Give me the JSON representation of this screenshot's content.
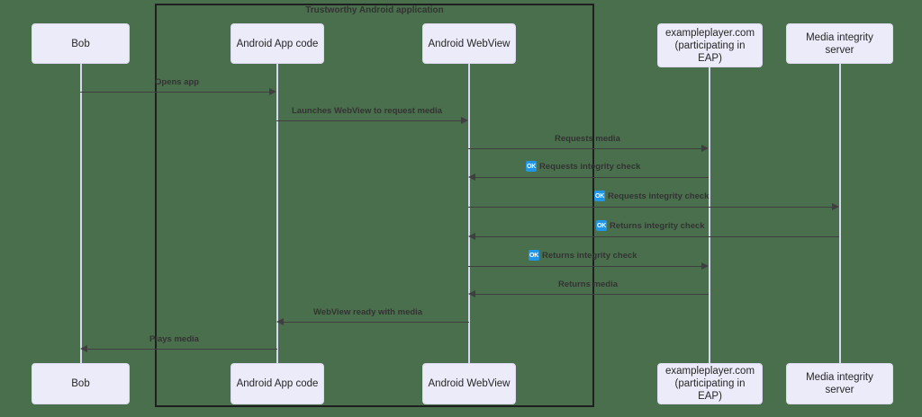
{
  "diagram": {
    "type": "sequence-diagram",
    "background_color": "#4a6f4d",
    "actor_fill_color": "#ecebfa",
    "lifeline_color": "#d8d6f2",
    "line_color": "#3f3f3f",
    "badge_color": "#2196e8"
  },
  "group": {
    "title": "Trustworthy Android application"
  },
  "actors": [
    {
      "id": "bob",
      "label": "Bob",
      "label_line2": ""
    },
    {
      "id": "app",
      "label": "Android App code",
      "label_line2": ""
    },
    {
      "id": "webview",
      "label": "Android WebView",
      "label_line2": ""
    },
    {
      "id": "player",
      "label": "exampleplayer.com",
      "label_line2": "(participating in EAP)"
    },
    {
      "id": "integrity",
      "label": "Media integrity server",
      "label_line2": ""
    }
  ],
  "messages": [
    {
      "index": 1,
      "text": "Opens app",
      "from": "bob",
      "to": "app",
      "direction": "right",
      "badge": ""
    },
    {
      "index": 2,
      "text": "Launches WebView to request media",
      "from": "app",
      "to": "webview",
      "direction": "right",
      "badge": ""
    },
    {
      "index": 3,
      "text": "Requests media",
      "from": "webview",
      "to": "player",
      "direction": "right",
      "badge": ""
    },
    {
      "index": 4,
      "text": "Requests integrity check",
      "from": "player",
      "to": "webview",
      "direction": "left",
      "badge": "OK"
    },
    {
      "index": 5,
      "text": "Requests integrity check",
      "from": "webview",
      "to": "integrity",
      "direction": "right",
      "badge": "OK"
    },
    {
      "index": 6,
      "text": "Returns integrity check",
      "from": "integrity",
      "to": "webview",
      "direction": "left",
      "badge": "OK"
    },
    {
      "index": 7,
      "text": "Returns integrity check",
      "from": "webview",
      "to": "player",
      "direction": "right",
      "badge": "OK"
    },
    {
      "index": 8,
      "text": "Returns media",
      "from": "player",
      "to": "webview",
      "direction": "left",
      "badge": ""
    },
    {
      "index": 9,
      "text": "WebView ready with media",
      "from": "webview",
      "to": "app",
      "direction": "left",
      "badge": ""
    },
    {
      "index": 10,
      "text": "Plays media",
      "from": "app",
      "to": "bob",
      "direction": "left",
      "badge": ""
    }
  ]
}
